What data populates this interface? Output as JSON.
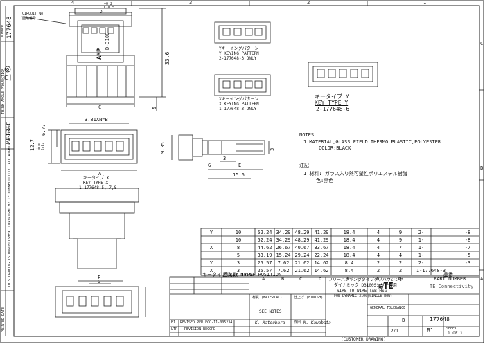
{
  "border": {
    "top_numbers": [
      "4",
      "3",
      "2",
      "1"
    ],
    "side_letters": [
      "C",
      "B",
      "A"
    ]
  },
  "left_strip": {
    "doc_number": "177648",
    "number_label": "NUMBER",
    "metric": "METRIC",
    "projection_note": "THIRD ANGLE PROJECTION",
    "general_note": "THIS DRAWING IS UNPUBLISHED. COPYRIGHT BY TE CONNECTIVITY. ALL RIGHTS RESERVED.",
    "print_date": "PRINTED DATE"
  },
  "top_view": {
    "circuit_label": "CIRCUIT No.",
    "circuit_label_jp": "回路番号",
    "dim_d": "D",
    "dim_tol": "+0.2\nC-0.5",
    "dim_height": "33.6",
    "dim_c": "C",
    "dim_5": "5",
    "housing_mark": "AMP",
    "housing_part": "D-3100"
  },
  "patterns": [
    {
      "jp": "Yキーイングパターン",
      "en": "Y KEYING PATTERN",
      "part": "2-177648-3 ONLY"
    },
    {
      "jp": "Xキーイングパターン",
      "en": "X KEYING PATTERN",
      "part": "1-177648-3 ONLY"
    }
  ],
  "key_type_y": {
    "jp": "キータイプ Y",
    "en": "KEY TYPE Y",
    "part": "2-177648-6"
  },
  "front_view": {
    "pitch": "3.81XN=B",
    "dim_677": "6.77",
    "dim_127": "12.7",
    "tol": "+0.2\n-0.5",
    "dim_a": "A",
    "key_jp": "キータイプ X",
    "key_en": "KEY TYPE X",
    "key_part": "1-177648-5,-7,8"
  },
  "side_view": {
    "dim_935": "9.35",
    "dim_3": "3",
    "dim_156": "15.6",
    "dim_e": "E",
    "dim_g": "G",
    "dim_side3": "3"
  },
  "bottom_view": {
    "dim_f": "F",
    "dim_g": "G"
  },
  "notes": {
    "heading": "NOTES",
    "line1": "1 MATERIAL,GLASS FIELD THERMO PLASTIC,POLYESTER",
    "line2": "COLOR;BLACK",
    "jp_heading": "注記",
    "jp_line1": "1 材料: ガラス入り熱可塑性ポリエステル樹脂",
    "jp_line2": "色:黒色"
  },
  "table": {
    "rows": [
      {
        "key": "Y",
        "no": "10",
        "a": "52.24",
        "b": "34.29",
        "c": "48.29",
        "d": "41.29",
        "f": "18.4",
        "g": "4",
        "n": "9",
        "part": "2-",
        "suf": "-8"
      },
      {
        "key": "",
        "no": "10",
        "a": "52.24",
        "b": "34.29",
        "c": "48.29",
        "d": "41.29",
        "f": "18.4",
        "g": "4",
        "n": "9",
        "part": "1-",
        "suf": "-8"
      },
      {
        "key": "X",
        "no": "8",
        "a": "44.62",
        "b": "26.67",
        "c": "40.67",
        "d": "33.67",
        "f": "18.4",
        "g": "4",
        "n": "7",
        "part": "1-",
        "suf": "-7"
      },
      {
        "key": "",
        "no": "5",
        "a": "33.19",
        "b": "15.24",
        "c": "29.24",
        "d": "22.24",
        "f": "18.4",
        "g": "4",
        "n": "4",
        "part": "1-",
        "suf": "-5"
      },
      {
        "key": "Y",
        "no": "3",
        "a": "25.57",
        "b": "7.62",
        "c": "21.62",
        "d": "14.62",
        "f": "8.4",
        "g": "2",
        "n": "2",
        "part": "2-",
        "suf": "-3"
      },
      {
        "key": "X",
        "no": "3",
        "a": "25.57",
        "b": "7.62",
        "c": "21.62",
        "d": "14.62",
        "f": "8.4",
        "g": "2",
        "n": "2",
        "part": "1-177648-3",
        "suf": ""
      }
    ],
    "footer_key": "キータイプ KEY TYPE",
    "footer_no": "回路数 No.OF POSITION",
    "headers": [
      "A",
      "B",
      "C",
      "D",
      "F",
      "G",
      "N"
    ],
    "part_header_jp": "品番",
    "part_header_en": "PART NUMBER"
  },
  "title_block": {
    "company": "TE Connectivity",
    "title_jp": "フリーハンギングタイプタブハウジング",
    "title_jp2": "ダイナミック D3100Sシリーズ用",
    "title_en1": "WIRE TO WIRE TAB HSG",
    "title_en2": "FOR DYNAMIC 3100(SINGLE ROW)",
    "part_no": "177648",
    "sheet_label": "SHEET",
    "sheet": "1 OF 1",
    "rev": "B1",
    "scale": "2/1",
    "size": "B",
    "revision": "REVISED PER ECO-11-005234",
    "rev_record": "REVISION RECORD",
    "see_notes": "SEE NOTES",
    "customer_drawing": "(CUSTOMER DRAWING)",
    "tolerance": "GENERAL TOLERANCE",
    "material": "材質 (MATERIAL)",
    "finish": "仕上げ (FINISH)",
    "drawn_label": "作図",
    "drawn_name": "M. Kawabata",
    "checked_name": "K. Matsubara",
    "ltr": "LTR",
    "rev_b1": "B1"
  }
}
